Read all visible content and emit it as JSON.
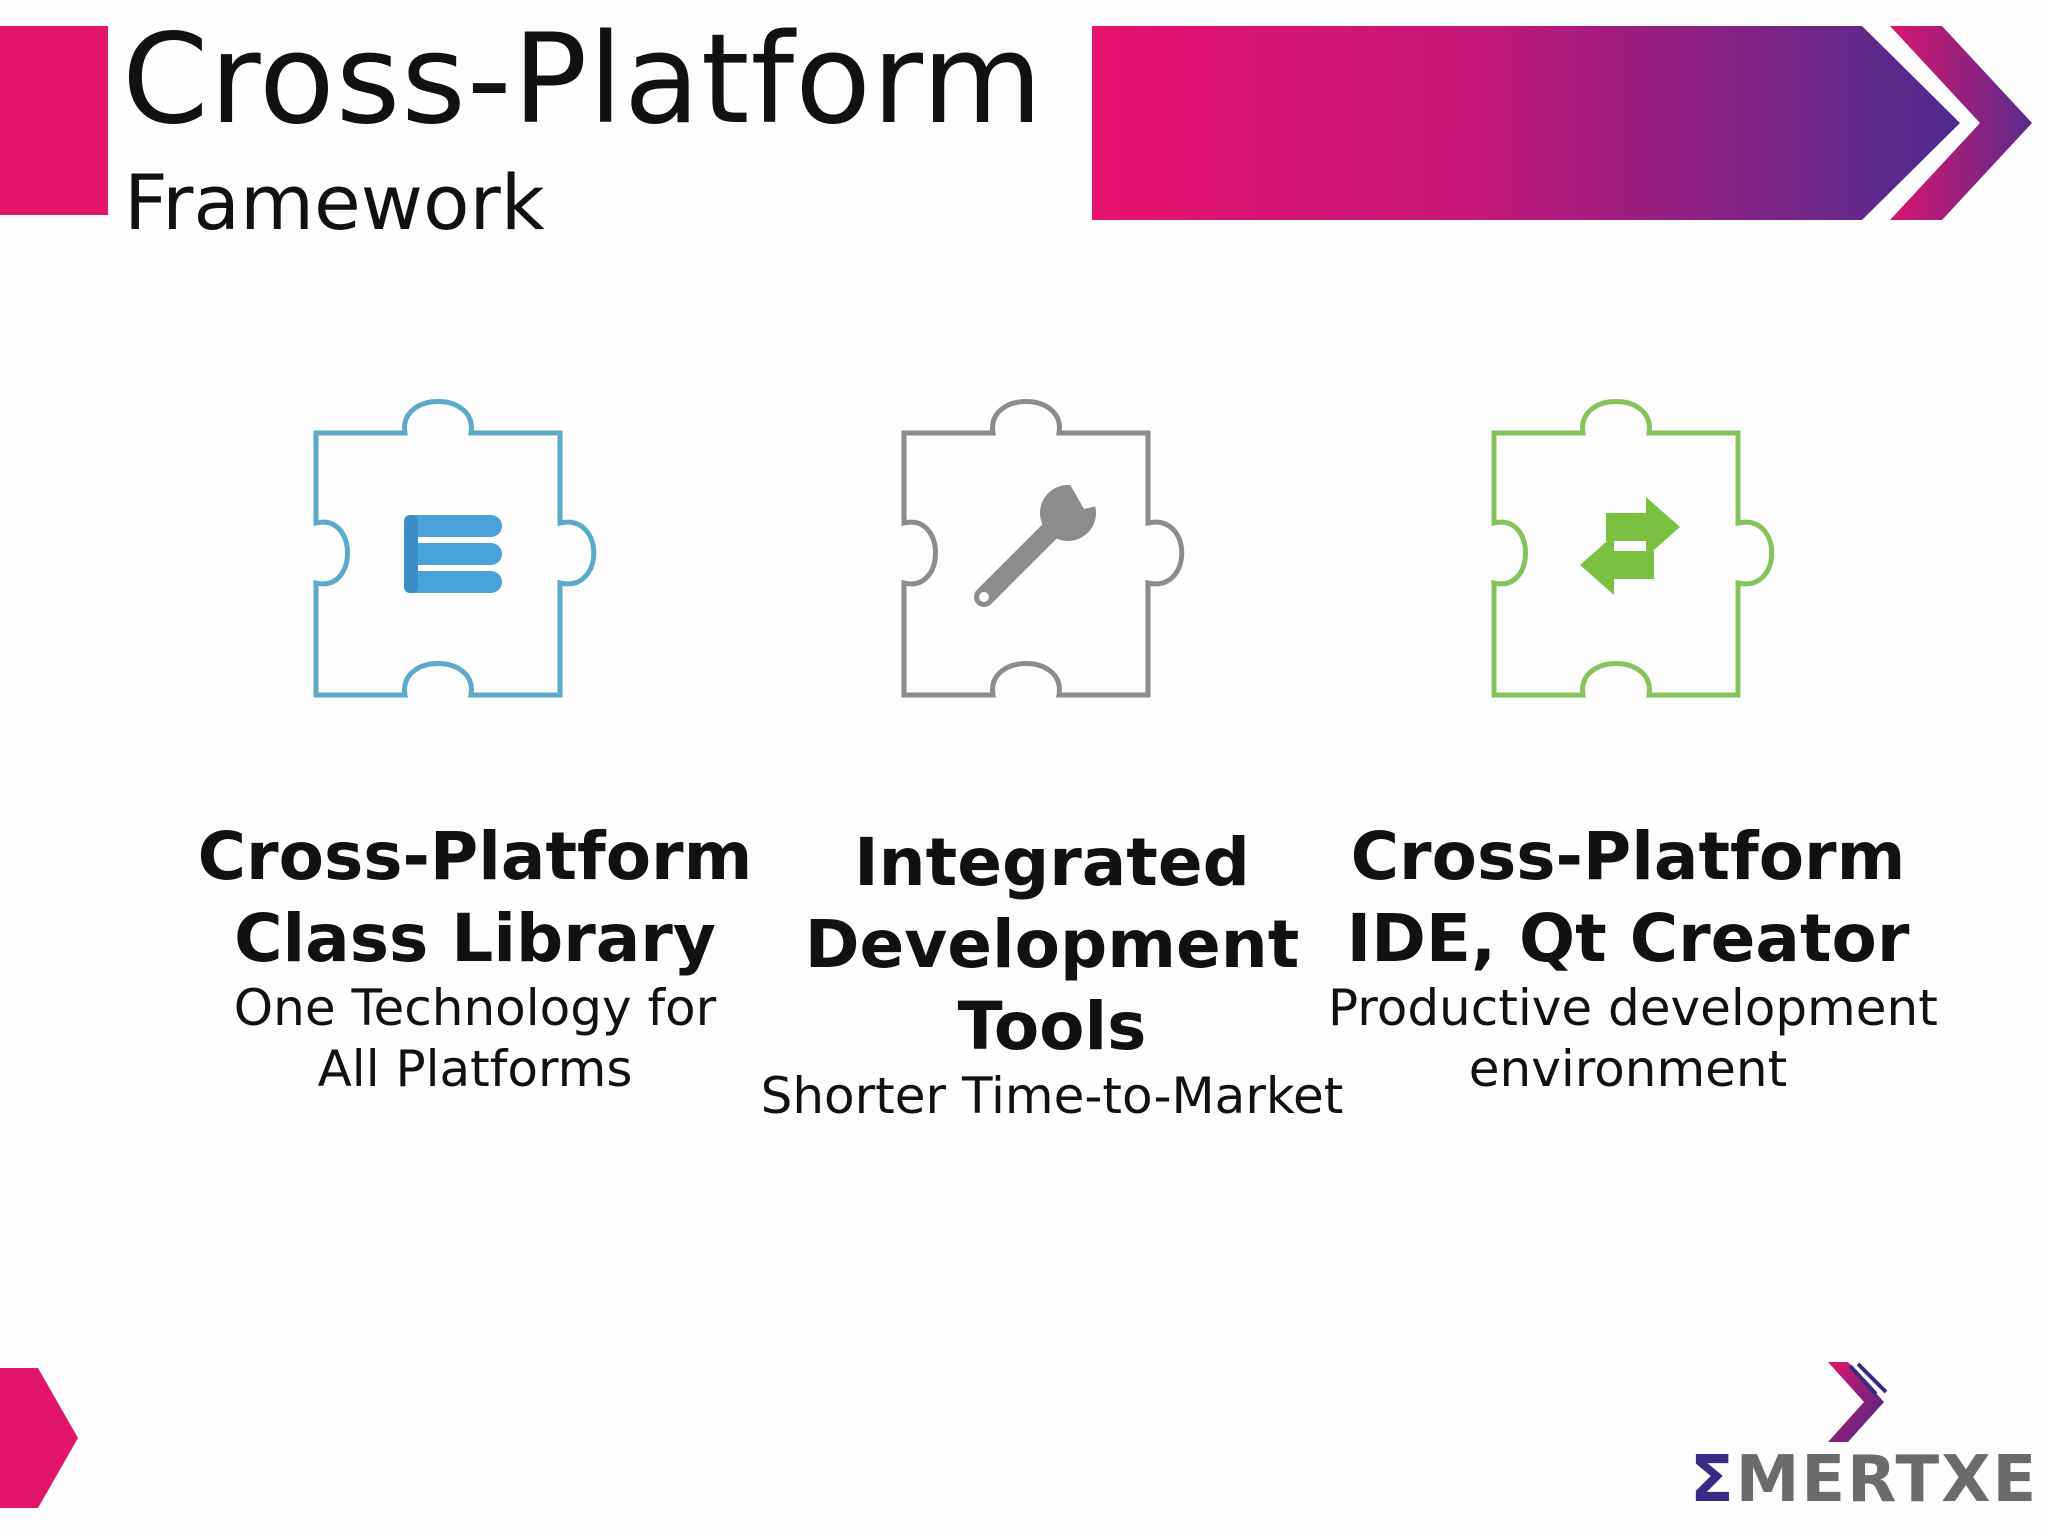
{
  "title": {
    "main": "Cross-Platform",
    "sub": "Framework"
  },
  "colors": {
    "accent_pink": "#e2156b",
    "accent_purple": "#4b2c8e",
    "library_blue": "#4aa3d8",
    "library_outline": "#5da9c9",
    "tools_gray": "#8c8c8c",
    "ide_green": "#7ac142"
  },
  "cards": [
    {
      "icon": "library-stack-icon",
      "heading_line1": "Cross-Platform",
      "heading_line2": "Class Library",
      "sub_line1": "One Technology for",
      "sub_line2": "All Platforms"
    },
    {
      "icon": "wrench-icon",
      "heading_line1": "Integrated",
      "heading_line2": "Development",
      "heading_line3": "Tools",
      "sub_line1": "Shorter Time-to-Market"
    },
    {
      "icon": "exchange-arrows-icon",
      "heading_line1": "Cross-Platform",
      "heading_line2": "IDE, Qt Creator",
      "sub_line1": "Productive development",
      "sub_line2": "environment"
    }
  ],
  "logo": {
    "sigma": "Σ",
    "text": "MERTXE"
  }
}
